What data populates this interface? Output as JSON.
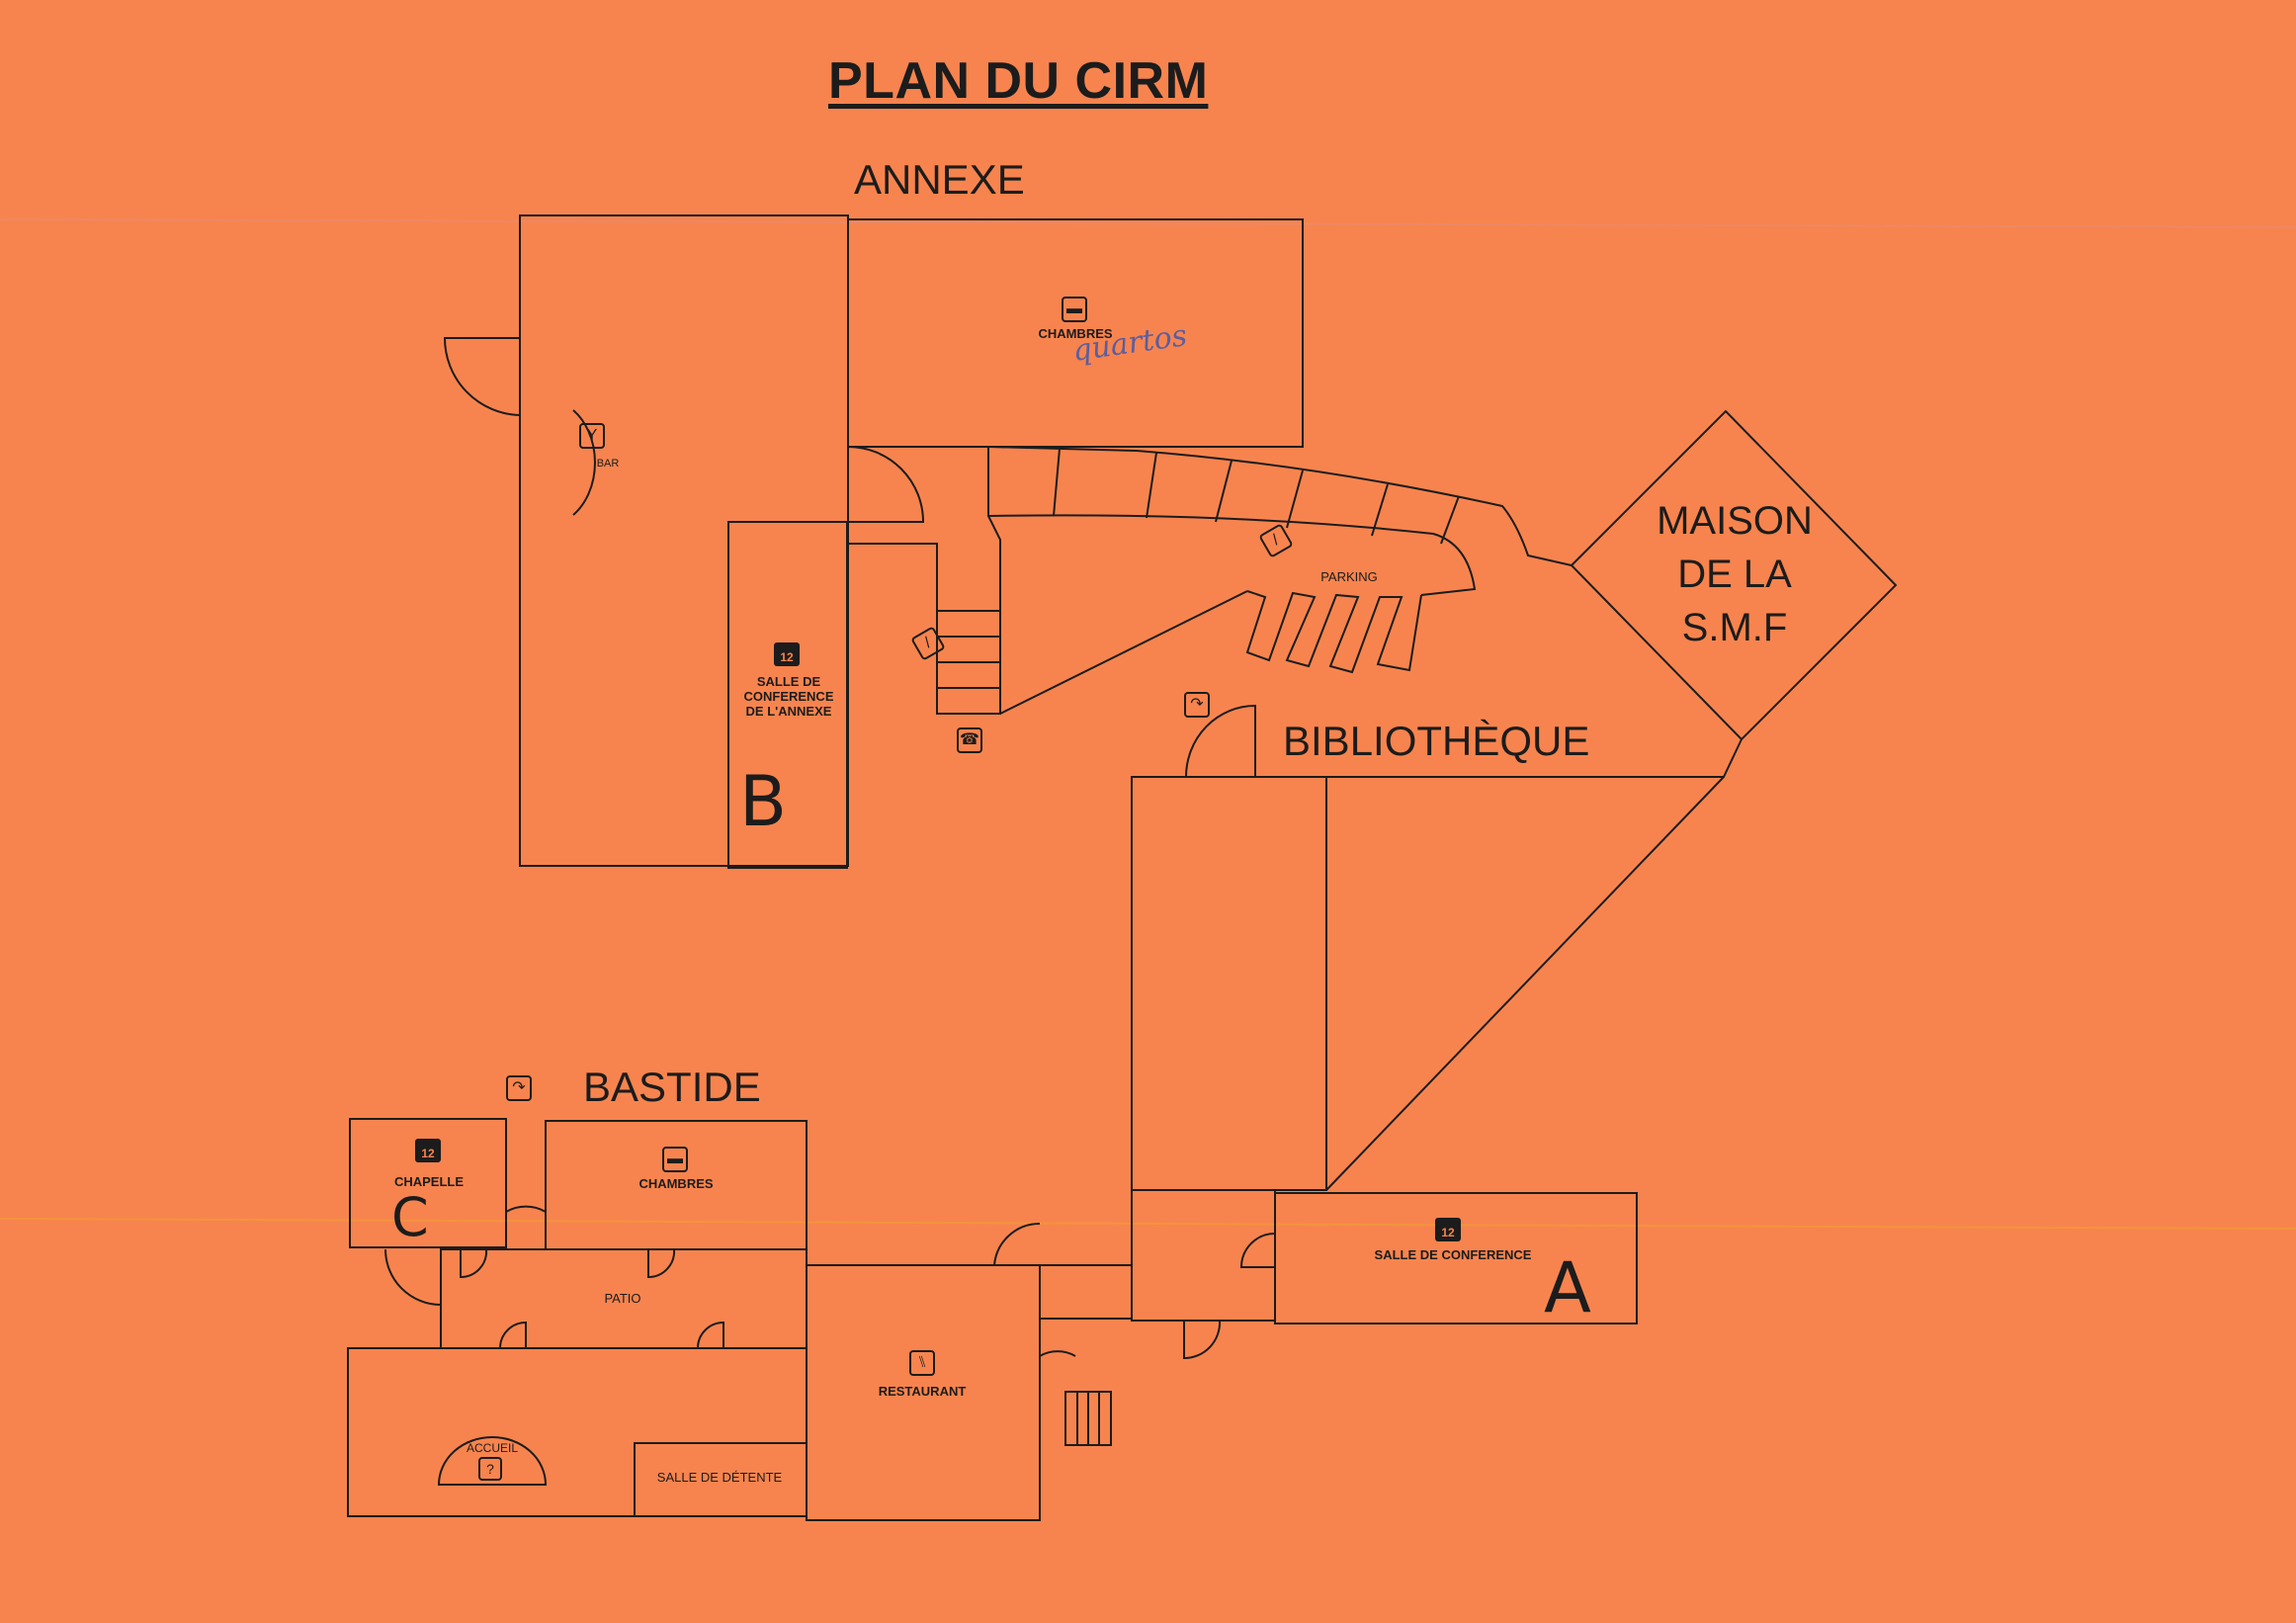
{
  "title": "PLAN DU CIRM",
  "buildings": {
    "annexe": "ANNEXE",
    "bibliotheque": "BIBLIOTHÈQUE",
    "bastide": "BASTIDE",
    "maison_line1": "MAISON",
    "maison_line2": "DE LA",
    "maison_line3": "S.M.F"
  },
  "rooms": {
    "chambres_annexe": "CHAMBRES",
    "bar": "BAR",
    "salle_annexe_l1": "SALLE DE",
    "salle_annexe_l2": "CONFERENCE",
    "salle_annexe_l3": "DE L'ANNEXE",
    "parking": "PARKING",
    "chapelle": "CHAPELLE",
    "chambres_bastide": "CHAMBRES",
    "patio": "PATIO",
    "restaurant": "RESTAURANT",
    "accueil": "ACCUEIL",
    "salle_detente": "SALLE DE DÉTENTE",
    "salle_conference": "SALLE DE CONFERENCE"
  },
  "handwritten": {
    "letter_b": "B",
    "letter_c": "C",
    "letter_a": "A",
    "note": "quartos"
  },
  "icons": {
    "conference_capacity": "12",
    "bed": "bed-icon",
    "cocktail": "cocktail-icon",
    "phone": "phone-icon",
    "stairs": "stairs-icon",
    "info": "info-icon",
    "cutlery": "cutlery-icon",
    "door": "door-icon"
  },
  "colors": {
    "paper": "#f7844e",
    "ink": "#1c1c1c"
  }
}
